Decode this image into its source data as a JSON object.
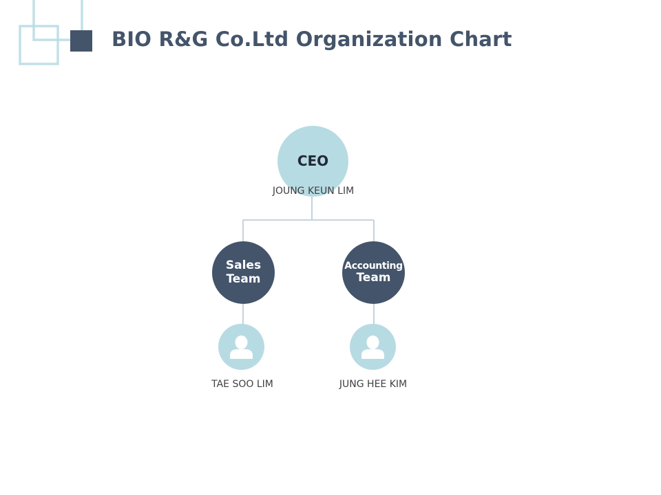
{
  "title": "BIO R&G Co.Ltd Organization Chart",
  "colors": {
    "title": "#44546a",
    "light_node": "#b7dbe3",
    "dark_node": "#44546a",
    "connector": "#c5d3db"
  },
  "org": {
    "ceo": {
      "role": "CEO",
      "name": "JOUNG KEUN LIM"
    },
    "teams": [
      {
        "line1": "Sales",
        "line2": "Team",
        "member": {
          "name": "TAE SOO LIM",
          "icon": "person-icon"
        }
      },
      {
        "line1": "Accounting",
        "line2": "Team",
        "member": {
          "name": "JUNG HEE KIM",
          "icon": "person-icon"
        }
      }
    ]
  }
}
